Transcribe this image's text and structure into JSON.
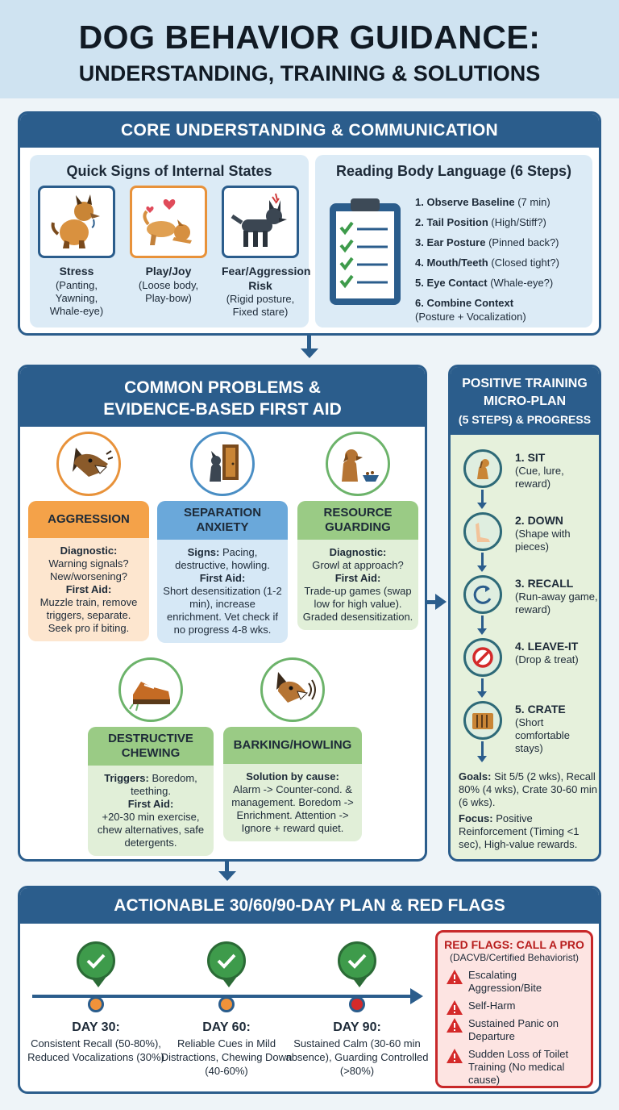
{
  "header": {
    "title": "DOG BEHAVIOR GUIDANCE:",
    "subtitle": "UNDERSTANDING, TRAINING & SOLUTIONS"
  },
  "core": {
    "title": "CORE UNDERSTANDING & COMMUNICATION",
    "signs": {
      "title": "Quick Signs of Internal States",
      "items": [
        {
          "label": "Stress",
          "detail": "(Panting, Yawning, Whale-eye)",
          "icon": "stressed-dog-icon",
          "color": "#2b5d8c"
        },
        {
          "label": "Play/Joy",
          "detail": "(Loose body, Play-bow)",
          "icon": "playing-dog-icon",
          "color": "#e8923a"
        },
        {
          "label": "Fear/Aggression Risk",
          "detail": "(Rigid posture, Fixed stare)",
          "icon": "tense-dog-icon",
          "color": "#2b5d8c"
        }
      ]
    },
    "reading": {
      "title": "Reading Body Language (6 Steps)",
      "icon": "checklist-clipboard-icon",
      "steps": [
        {
          "name": "1. Observe Baseline",
          "detail": "(7 min)"
        },
        {
          "name": "2. Tail Position",
          "detail": "(High/Stiff?)"
        },
        {
          "name": "3. Ear Posture",
          "detail": "(Pinned back?)"
        },
        {
          "name": "4. Mouth/Teeth",
          "detail": "(Closed tight?)"
        },
        {
          "name": "5. Eye Contact",
          "detail": "(Whale-eye?)"
        },
        {
          "name": "6. Combine Context",
          "detail": "(Posture + Vocalization)"
        }
      ]
    }
  },
  "problems": {
    "title_line1": "COMMON PROBLEMS &",
    "title_line2": "EVIDENCE-BASED FIRST AID",
    "items": [
      {
        "name": "AGGRESSION",
        "icon": "growling-dog-icon",
        "label1": "Diagnostic:",
        "text1": "Warning signals? New/worsening?",
        "label2": "First Aid:",
        "text2": "Muzzle train, remove triggers, separate. Seek pro if biting."
      },
      {
        "name": "SEPARATION ANXIETY",
        "icon": "dog-at-door-icon",
        "label1": "Signs:",
        "text1": "Pacing, destructive, howling.",
        "label2": "First Aid:",
        "text2": "Short desensitization (1-2 min), increase enrichment. Vet check if no progress 4-8 wks."
      },
      {
        "name": "RESOURCE GUARDING",
        "icon": "dog-with-bowl-icon",
        "label1": "Diagnostic:",
        "text1": "Growl at approach?",
        "label2": "First Aid:",
        "text2": "Trade-up games (swap low for high value). Graded desensitization."
      },
      {
        "name": "DESTRUCTIVE CHEWING",
        "icon": "chewed-shoe-icon",
        "label1": "Triggers:",
        "text1": "Boredom, teething.",
        "label2": "First Aid:",
        "text2": "+20-30 min exercise, chew alternatives, safe detergents."
      },
      {
        "name": "BARKING/HOWLING",
        "icon": "barking-dog-icon",
        "label1": "Solution by cause:",
        "text1": "Alarm -> Counter-cond. & management. Boredom -> Enrichment. Attention -> Ignore + reward quiet.",
        "label2": "",
        "text2": ""
      }
    ]
  },
  "training": {
    "title_line1": "POSITIVE TRAINING",
    "title_line2": "MICRO-PLAN",
    "title_line3": "(5 STEPS) & PROGRESS",
    "steps": [
      {
        "name": "1. SIT",
        "detail": "(Cue, lure, reward)",
        "icon": "sitting-dog-icon"
      },
      {
        "name": "2. DOWN",
        "detail": "(Shape with pieces)",
        "icon": "paw-icon"
      },
      {
        "name": "3. RECALL",
        "detail": "(Run-away game, reward)",
        "icon": "return-arrow-icon"
      },
      {
        "name": "4. LEAVE-IT",
        "detail": "(Drop & treat)",
        "icon": "prohibited-icon"
      },
      {
        "name": "5. CRATE",
        "detail": "(Short comfortable stays)",
        "icon": "crate-icon"
      }
    ],
    "goals_label": "Goals:",
    "goals_text": "Sit 5/5 (2 wks), Recall 80% (4 wks), Crate 30-60 min (6 wks).",
    "focus_label": "Focus:",
    "focus_text": "Positive Reinforcement (Timing <1 sec), High-value rewards."
  },
  "plan": {
    "title": "ACTIONABLE 30/60/90-DAY PLAN & RED FLAGS",
    "milestones": [
      {
        "day": "DAY 30:",
        "desc": "Consistent Recall (50-80%), Reduced Vocalizations (30%)",
        "dot_color": "#f0923a"
      },
      {
        "day": "DAY 60:",
        "desc": "Reliable Cues in Mild Distractions, Chewing Down (40-60%)",
        "dot_color": "#f0923a"
      },
      {
        "day": "DAY 90:",
        "desc": "Sustained Calm (30-60 min absence), Guarding Controlled (>80%)",
        "dot_color": "#d42a2a"
      }
    ],
    "red_flags": {
      "title": "RED FLAGS: CALL A PRO",
      "subtitle": "(DACVB/Certified Behaviorist)",
      "items": [
        "Escalating Aggression/Bite",
        "Self-Harm",
        "Sustained Panic on Departure",
        "Sudden Loss of Toilet Training (No medical cause)"
      ]
    }
  }
}
